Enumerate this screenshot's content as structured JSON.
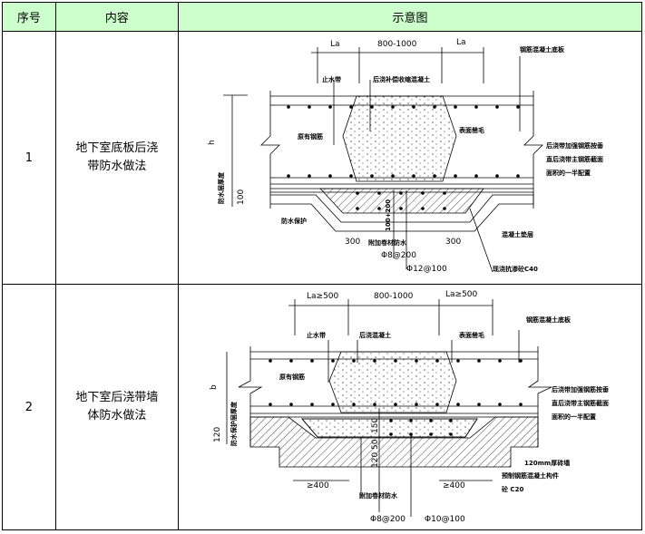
{
  "headers": [
    "序号",
    "内容",
    "示意图"
  ],
  "rows": [
    {
      "no": "1",
      "content": "地下室底板后浇带防水做法",
      "drawing": {
        "dims": [
          "La",
          "800-1000",
          "La",
          "300",
          "300",
          "100"
        ],
        "h": "h",
        "labels": {
          "water_stop": "止水带",
          "post_concrete": "后浇补偿收缩混凝土",
          "slab": "钢筋混凝土底板",
          "orig_rebar": "原有钢筋",
          "roughen": "表面凿毛",
          "add_rebar_1": "后浇带加强钢筋按垂",
          "add_rebar_2": "直后浇带主钢筋截面",
          "add_rebar_3": "面积的一半配置",
          "wp_layer": "防水层厚度",
          "wp_protect": "防水保护",
          "add_membrane": "附加卷材防水",
          "bed": "混凝土垫层",
          "rebar1": "Φ8@200",
          "rebar2": "Φ12@100",
          "c40": "现浇抗渗砼C40",
          "depth": "100+200"
        }
      }
    },
    {
      "no": "2",
      "content": "地下室后浇带墙体防水做法",
      "drawing": {
        "dims": [
          "La≥500",
          "800-1000",
          "La≥500",
          "≥400",
          "≥400",
          "120",
          "150",
          "50",
          "120"
        ],
        "h": "b",
        "labels": {
          "water_stop": "止水带",
          "post_concrete": "后浇混凝土",
          "roughen": "表面凿毛",
          "slab": "钢筋混凝土底板",
          "orig_rebar": "原有钢筋",
          "add_rebar_1": "后浇带加强钢筋按垂",
          "add_rebar_2": "直后浇带主钢筋截面",
          "add_rebar_3": "面积的一半配置",
          "wp_layer": "防水保护层厚度",
          "wall": "120mm厚砖墙",
          "precast": "预制钢筋混凝土构件",
          "c20": "砼 C20",
          "add_membrane": "附加卷材防水",
          "rebar1": "Φ8@200",
          "rebar2": "Φ10@100"
        }
      }
    }
  ]
}
